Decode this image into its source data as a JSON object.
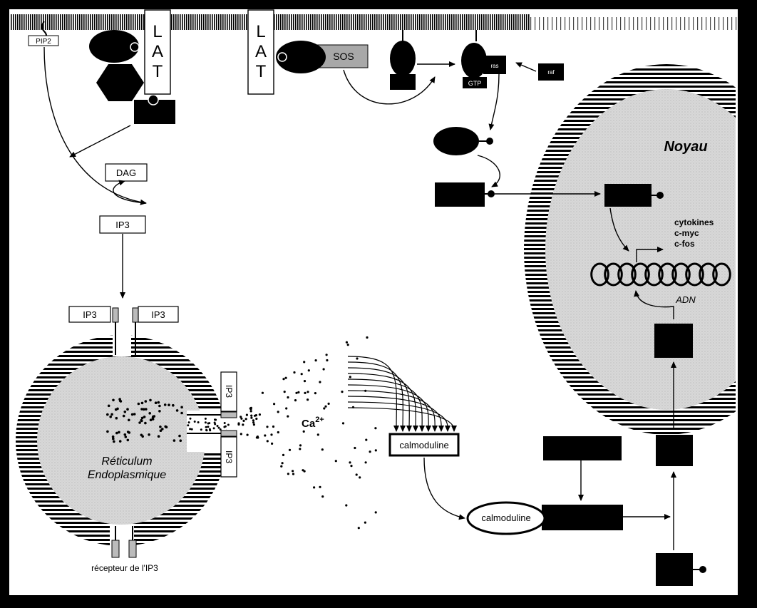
{
  "labels": {
    "pip2": "PIP2",
    "lat": [
      "L",
      "A",
      "T"
    ],
    "sos": "SOS",
    "gtp": "GTP",
    "ras_small": "ras",
    "raf_small": "raf",
    "dag": "DAG",
    "ip3": "IP3",
    "noyau": "Noyau",
    "genes": [
      "cytokines",
      "c-myc",
      "c-fos"
    ],
    "adn": "ADN",
    "reticulum": [
      "Réticulum",
      "Endoplasmique"
    ],
    "ca_base": "Ca",
    "ca_sup": "2+",
    "calmoduline": "calmoduline",
    "recepteur": "récepteur de l'IP3"
  },
  "colors": {
    "background": "#ffffff",
    "ink": "#000000",
    "fill_grey": "#d4d4d4",
    "sos_grey": "#a8a8a8"
  }
}
